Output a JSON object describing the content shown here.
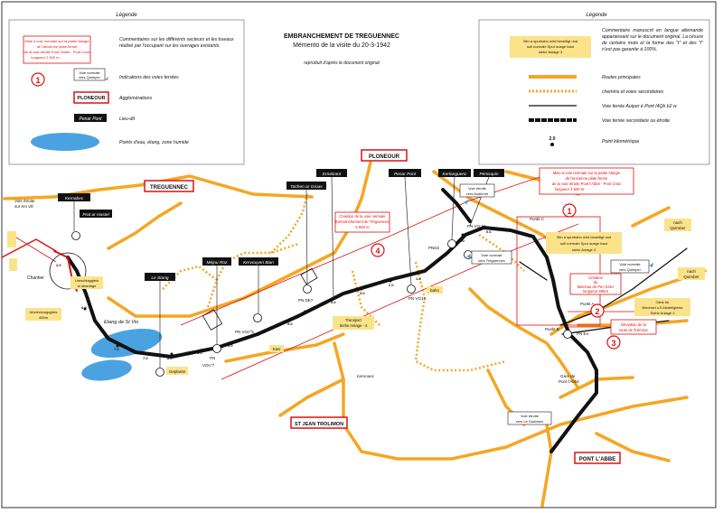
{
  "header": {
    "title": "EMBRANCHEMENT DE TREGUENNEC",
    "subtitle": "Mémento de la visite du 20-3-1942",
    "note": "reproduit d'après le document original"
  },
  "legend_left": {
    "heading": "Légende",
    "red_note_lines": [
      "Mise à voie normale sur la partie élargie",
      "de l'ancienne plate-forme",
      "de la voie étroite Pont l'Abbé - Pont Croix",
      "longueur 2 500 m"
    ],
    "red_note_text": "Commentaires sur les différents secteurs et les travaux réalisé par l'occupant sur les ouvrages existants.",
    "marker_number": "1",
    "track_label_lines": [
      "Voie normale",
      "vers Quimper"
    ],
    "track_text": "Indications des voies ferrées",
    "agglo_label": "PLONEOUR",
    "agglo_text": "Agglomérations",
    "lieudit_label": "Penar Pont",
    "lieudit_text": "Lieu-dit",
    "water_text": "Points d'eau, étang, zone humide"
  },
  "legend_right": {
    "heading": "Légende",
    "yellow_lines": [
      "Sitn a spurbahn wird beseitigt und",
      "soll normale Spur ausge baut",
      "siehe Anlage 3"
    ],
    "yellow_text": "Commentaire manuscrit en langue allemande apparaissant sur le document original. La césure de certains mots et la forme des \"t\" et des \"l\" n'est pas garantie à 100%.",
    "road_main": "Routes principales",
    "road_minor": "chemins et voies secondaires",
    "rail_main": "Voie ferrée Auiper é Pont l4Qb b2 w",
    "rail_secondary": "Voie ferrée secondaire ou étroite",
    "pk_value": "2.0",
    "pk_text": "Point kilométrique"
  },
  "places": {
    "ploneour": "PLONEOUR",
    "treguennec": "TREGUENNEC",
    "st_jean": "ST JEAN TROLIMON",
    "pont_labbe": "PONT L'ABBE"
  },
  "lieux_dits": {
    "kernabec": "Kernabec",
    "pratar_hastel": "Prat ar Hastel",
    "le_stang": "Le Stang",
    "mejou_roz": "Méjou Roz",
    "kervouyen_bian": "Kervouyen Bian",
    "tachen_ar_groas": "Tachen ar Groas",
    "ernelzant": "Ernelzant",
    "penar_pont": "Penar Pont",
    "kerlanguenc": "Kerlanguenc",
    "penisquin": "Pénisquin"
  },
  "map_labels": {
    "voie_etroite_ero": [
      "Voie étroite",
      "sur ero vill"
    ],
    "chantier": "Chantier",
    "umschlaggleis": [
      "Umschlaggleis",
      "st ubanlage"
    ],
    "uberholungsgleis": [
      "Uberholungsgleis",
      "400m"
    ],
    "etang": "Etang de St Vio",
    "geplante": "Geplante",
    "von7": [
      "PN",
      "VOn°7"
    ],
    "pn_von5": "PN VOn°5",
    "kies": "Kies",
    "pn_de7": "PN DE7",
    "transport": [
      "Transport",
      "Siehe Anlage - 4"
    ],
    "pn_vo12": "PN VO12",
    "bahn": "bahn",
    "kervouec": "Kervouec",
    "pnd2": "PND2",
    "pn_vo14": "PN VO 14",
    "voie_etroite_audierne": [
      "Voie étroite",
      "vers Audierne"
    ],
    "voie_normale_treguennec": [
      "Voie normale",
      "vers Tréguennec"
    ],
    "punkt_c": "Punkt C",
    "punkt_a": "Punkt A",
    "punkt_b": "Punkt B",
    "pn_e4": "PN E4",
    "nach_quimber_1": [
      "nach",
      "Quimber"
    ],
    "nach_quimber_2": [
      "nach",
      "Quimber"
    ],
    "voie_normale_quimper": [
      "Voie normale",
      "vers Quimper"
    ],
    "gare_pont_labbe": [
      "Gare de",
      "Pont l'Abbé"
    ],
    "voie_etroite_guilvinec": [
      "Voie étroite",
      "vers Le Guilvinec"
    ],
    "gleis_wechsel": [
      "Gleis für",
      "Wechsel u.5 Abstellgleise",
      "Siehe Anlage 2"
    ],
    "spurbahn_right": [
      "Sitn a spurbahn wird beseitigt und",
      "soll normale Spur ausge baut",
      "siehe Anlage 3"
    ],
    "km_values": [
      "2.0",
      "6.0",
      "7.0",
      "7.0",
      "6.0",
      "6.0",
      "6.0",
      "5.0",
      "4.0",
      "3.0",
      "2.0",
      "1.0",
      "1.00",
      "8.0",
      "0.6"
    ]
  },
  "callouts": {
    "c1": [
      "Mise à voie normale sur la partie élargie",
      "de l'ancienne plate-forme",
      "de la voie étroite Pont l'Abbé - Pont Croix",
      "longueur 2 500 m"
    ],
    "c1_num": "1",
    "c2": [
      "Création",
      "du",
      "faisceau de Pen Enez",
      "longueur 695m"
    ],
    "c2_num": "2",
    "c3": [
      "Déviation de la",
      "route de Tréméoc"
    ],
    "c3_num": "3",
    "c4": [
      "Création de la voie normale",
      "Embranchement de Tréguennec",
      "6 550 m"
    ],
    "c4_num": "4"
  },
  "colors": {
    "road": "#f5a623",
    "red": "#dd1111",
    "water": "#4aa3e0",
    "rail": "#111111"
  }
}
